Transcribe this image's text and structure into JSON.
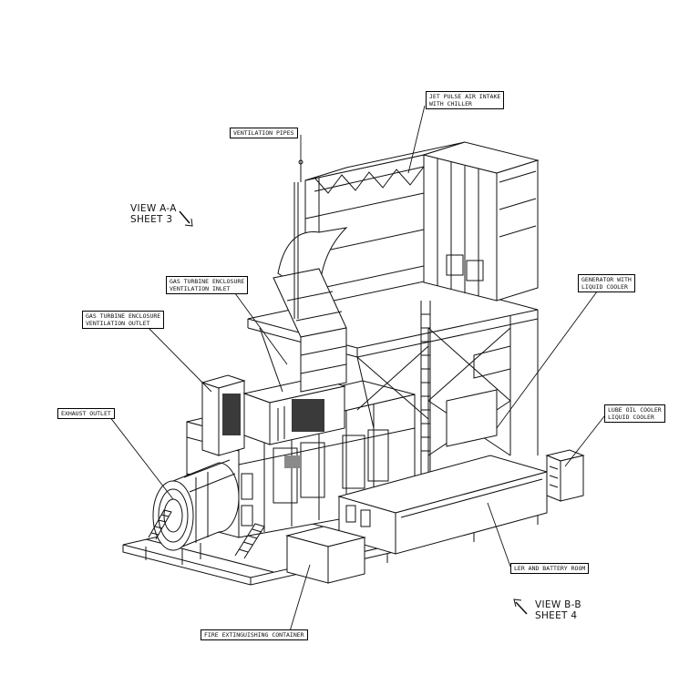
{
  "callouts": {
    "jet_pulse_line1": "JET PULSE AIR INTAKE",
    "jet_pulse_line2": "WITH CHILLER",
    "ventilation_pipes": "VENTILATION PIPES",
    "gt_vent_inlet_line1": "GAS TURBINE ENCLOSURE",
    "gt_vent_inlet_line2": "VENTILATION INLET",
    "gt_vent_outlet_line1": "GAS TURBINE ENCLOSURE",
    "gt_vent_outlet_line2": "VENTILATION OUTLET",
    "generator_line1": "GENERATOR WITH",
    "generator_line2": "LIQUID COOLER",
    "exhaust_outlet": "EXHAUST OUTLET",
    "lube_oil_line1": "LUBE OIL COOLER",
    "lube_oil_line2": "LIQUID COOLER",
    "ler_battery": "LER AND BATTERY ROOM",
    "fire_container": "FIRE EXTINGUISHING CONTAINER"
  },
  "views": {
    "view_aa_line1": "VIEW A-A",
    "view_aa_line2": "SHEET 3",
    "view_bb_line1": "VIEW B-B",
    "view_bb_line2": "SHEET 4"
  },
  "colors": {
    "ink": "#111111",
    "dark_fill": "#3a3a3a",
    "marker": "#8a8a8a"
  }
}
